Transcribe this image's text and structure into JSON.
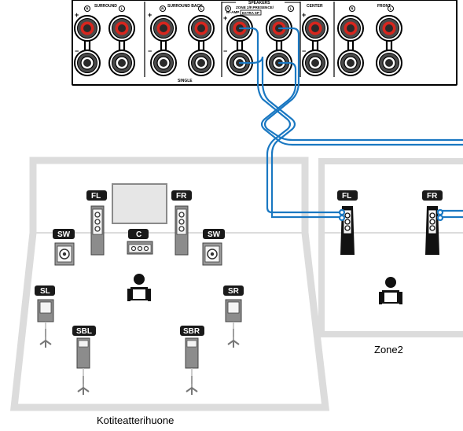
{
  "panel": {
    "sections": [
      "SURROUND",
      "SURROUND BACK",
      "ZONE 2/F.PRESENCE/\nBI-AMP",
      "CENTER",
      "FRONT"
    ],
    "speakers_header": "SPEAKERS",
    "zone_line1": "ZONE 2/F.PRESENCE/",
    "zone_line2": "BI-AMP",
    "extra_sp": "EXTRA SP",
    "single": "SINGLE",
    "plus": "+",
    "minus": "−",
    "right_mark": "R",
    "left_mark": "L"
  },
  "main_room": {
    "label": "Kotiteatterihuone",
    "tags": {
      "fl": "FL",
      "fr": "FR",
      "c": "C",
      "sw": "SW",
      "sl": "SL",
      "sr": "SR",
      "sbl": "SBL",
      "sbr": "SBR"
    }
  },
  "zone2": {
    "label": "Zone2",
    "tags": {
      "fl": "FL",
      "fr": "FR"
    }
  },
  "colors": {
    "cable": "#1a78c2",
    "terminal_red": "#d7261e",
    "room_gray": "#dcdcdc",
    "tag_bg": "#1a1a1a"
  }
}
